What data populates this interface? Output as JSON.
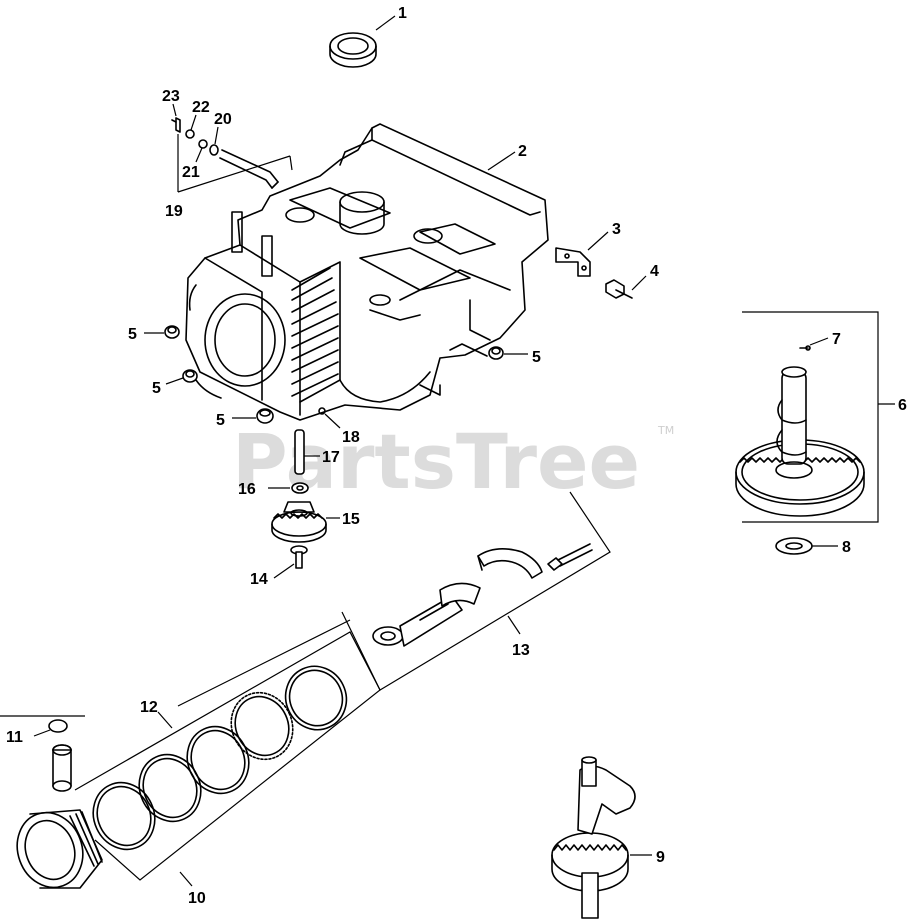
{
  "watermark": {
    "text": "PartsTree",
    "tm": "TM"
  },
  "callouts": {
    "c1": "1",
    "c2": "2",
    "c3": "3",
    "c4": "4",
    "c5a": "5",
    "c5b": "5",
    "c5c": "5",
    "c5d": "5",
    "c6": "6",
    "c7": "7",
    "c8": "8",
    "c9": "9",
    "c10": "10",
    "c11": "11",
    "c12": "12",
    "c13": "13",
    "c14": "14",
    "c15": "15",
    "c16": "16",
    "c17": "17",
    "c18": "18",
    "c19": "19",
    "c20": "20",
    "c21": "21",
    "c22": "22",
    "c23": "23"
  }
}
